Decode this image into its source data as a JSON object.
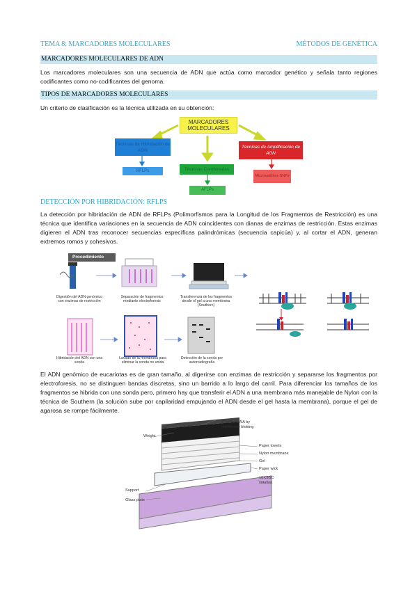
{
  "header": {
    "left": "TEMA 8: MARCADORES MOLECULARES",
    "right": "MÉTODOS DE GENÉTICA"
  },
  "sections": {
    "s1_title": "MARCADORES MOLECULARES DE ADN",
    "s1_text": "Los marcadores moleculares son una secuencia de ADN que actúa como marcador genético y señala tanto regiones codificantes como no-codificantes del genoma.",
    "s2_title": "TIPOS DE MARCADORES MOLECULARES",
    "s2_text": "Un criterio de clasificación es la técnica utilizada en su obtención:",
    "s3_title": "DETECCIÓN POR HIBRIDACIÓN: RFLPS",
    "s3_text": "La detección por hibridación de ADN de RFLPs (Polimorfismos para la Longitud de los Fragmentos de Restricción) es una técnica que identifica variaciones en la secuencia de ADN coincidentes con dianas de enzimas de restricción. Estas enzimas digieren el ADN tras reconocer secuencias específicas palindrómicas (secuencia capicúa) y, al cortar el ADN, generan extremos romos y cohesivos.",
    "s4_text": "El ADN genómico de eucariotas es de gran tamaño, al digerirse con enzimas de restricción y separarse los fragmentos por electroforesis, no se distinguen bandas discretas, sino un barrido a lo largo del carril. Para diferenciar los tamaños de los fragmentos se hibrida con una sonda pero, primero hay que transferir el ADN a una membrana más manejable de Nylon con la técnica de Southern (la solución sube por capilaridad empujando el ADN desde el gel hasta la membrana), porque el gel de agarosa se rompe fácilmente."
  },
  "diagram": {
    "root": "MARCADORES MOLECULARES",
    "left": "Técnicas de Hibridación de ADN",
    "middle": "Técnicas Combinadas",
    "right": "Técnicas de Amplificación de ADN",
    "left_child": "RFLPs",
    "middle_child": "AFLPs",
    "right_child": "Microsatélites SNPs",
    "colors": {
      "root": "#f6f24a",
      "left": "#1f7fd6",
      "middle": "#1ea63a",
      "right": "#d8262a",
      "left_child": "#3d9be8",
      "middle_child": "#46bd57",
      "right_child": "#ee5b5b",
      "arrow": "#c9d82a"
    }
  },
  "procedure": {
    "label": "Procedimiento",
    "captions": [
      "Digestión del ADN genómico con enzimas de restricción",
      "Separación de fragmentos mediante electroforesis",
      "Transferencia de los fragmentos desde el gel a una membrana (Southern)",
      "Hibridación del ADN con una sonda",
      "Lavado de la membrana para eliminar la sonda no unida",
      "Detección de la sonda por autorradiografía"
    ]
  },
  "southern": {
    "title": "Transfer DNA by membrane blotting",
    "labels": [
      "Weight",
      "Paper towels",
      "Nylon membrane",
      "Gel",
      "Paper wick",
      "10XSSC solution",
      "Support",
      "Glass plate"
    ]
  }
}
